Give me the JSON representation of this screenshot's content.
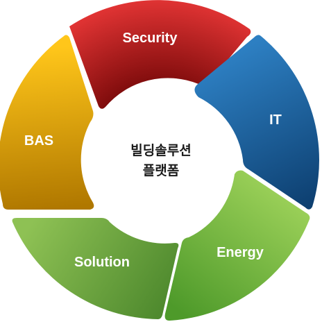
{
  "diagram": {
    "center": {
      "line1": "빌딩솔루션",
      "line2": "플랫폼"
    },
    "segments": [
      {
        "label": "Security",
        "color_light": "#e23434",
        "color_dark": "#7a0a0a"
      },
      {
        "label": "IT",
        "color_light": "#2d7fc2",
        "color_dark": "#0d3f70"
      },
      {
        "label": "Energy",
        "color_light": "#9ed25a",
        "color_dark": "#4e9a2a"
      },
      {
        "label": "Solution",
        "color_light": "#8ec154",
        "color_dark": "#4f8a2e"
      },
      {
        "label": "BAS",
        "color_light": "#ffc61a",
        "color_dark": "#b07800"
      }
    ]
  }
}
